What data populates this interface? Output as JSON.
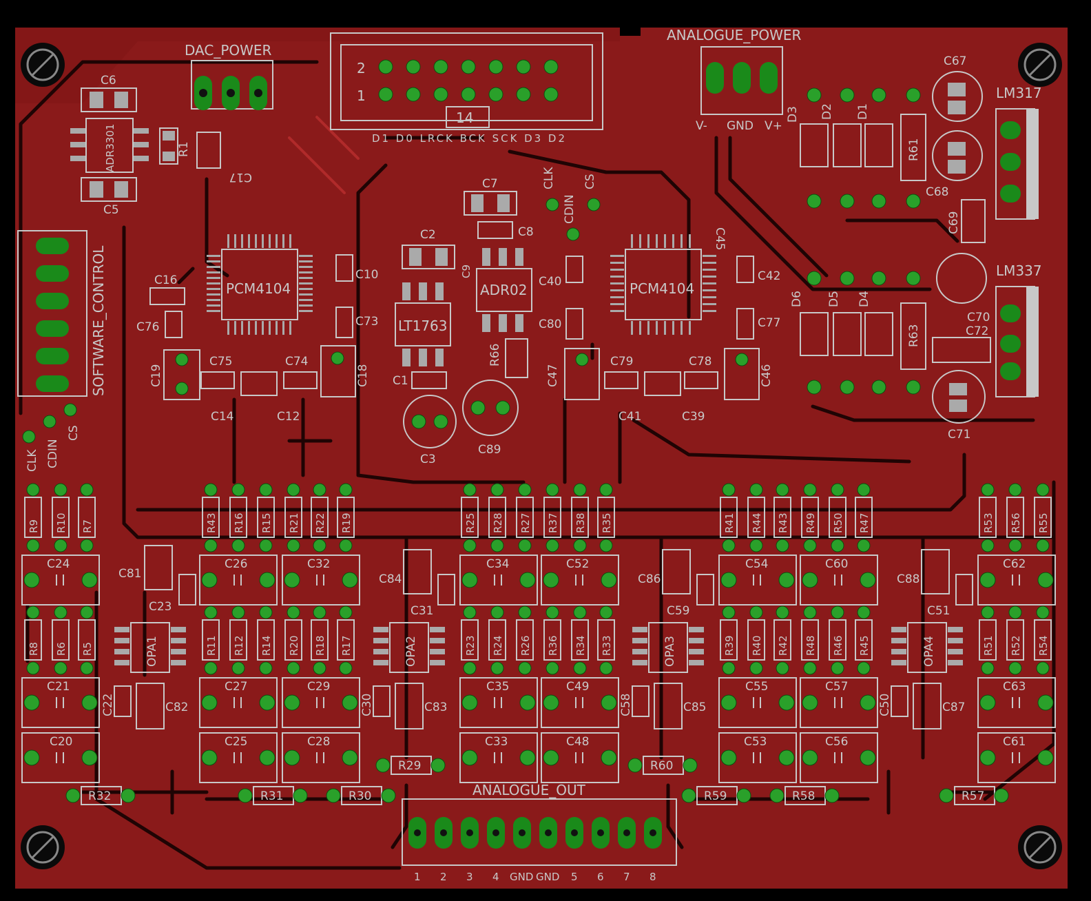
{
  "colors": {
    "background": "#000000",
    "copper": "#8a1a1a",
    "copper_dark": "#6e1212",
    "silkscreen": "#c8c8c8",
    "pad": "#1a8a1a"
  },
  "headers": {
    "dac_power": "DAC_POWER",
    "analogue_power": "ANALOGUE_POWER",
    "software_control": "SOFTWARE_CONTROL",
    "analogue_out": "ANALOGUE_OUT",
    "lm317": "LM317",
    "lm337": "LM337"
  },
  "idc_connector": {
    "row2": "2",
    "row1": "1",
    "count": "14",
    "signals": "D1 D0 LRCK BCK SCK D3 D2"
  },
  "power_pins": [
    "V-",
    "GND",
    "V+"
  ],
  "out_pins": [
    "1",
    "2",
    "3",
    "4",
    "GND",
    "GND",
    "5",
    "6",
    "7",
    "8"
  ],
  "ctrl_pins": [
    "CLK",
    "CDIN",
    "CS"
  ],
  "ics": {
    "adr3": "ADR3301",
    "pcm_left": "PCM4104",
    "pcm_right": "PCM4104",
    "lt": "LT1763",
    "adr02": "ADR02",
    "opa1": "OPA1",
    "opa2": "OPA2",
    "opa3": "OPA3",
    "opa4": "OPA4"
  },
  "labels": [
    {
      "id": "c6",
      "text": "C6"
    },
    {
      "id": "c5",
      "text": "C5"
    },
    {
      "id": "r1",
      "text": "R1"
    },
    {
      "id": "c16",
      "text": "C16"
    },
    {
      "id": "c76",
      "text": "C76"
    },
    {
      "id": "c19",
      "text": "C19"
    },
    {
      "id": "c75",
      "text": "C75"
    },
    {
      "id": "c74",
      "text": "C74"
    },
    {
      "id": "c18",
      "text": "C18"
    },
    {
      "id": "c14",
      "text": "C14"
    },
    {
      "id": "c12",
      "text": "C12"
    },
    {
      "id": "c10",
      "text": "C10"
    },
    {
      "id": "c73",
      "text": "C73"
    },
    {
      "id": "c17",
      "text": "C17"
    },
    {
      "id": "c2",
      "text": "C2"
    },
    {
      "id": "c7",
      "text": "C7"
    },
    {
      "id": "c8",
      "text": "C8"
    },
    {
      "id": "c9",
      "text": "C9"
    },
    {
      "id": "c1",
      "text": "C1"
    },
    {
      "id": "c3",
      "text": "C3"
    },
    {
      "id": "c89",
      "text": "C89"
    },
    {
      "id": "r66",
      "text": "R66"
    },
    {
      "id": "c40",
      "text": "C40"
    },
    {
      "id": "c80",
      "text": "C80"
    },
    {
      "id": "c47",
      "text": "C47"
    },
    {
      "id": "c79",
      "text": "C79"
    },
    {
      "id": "c78",
      "text": "C78"
    },
    {
      "id": "c46",
      "text": "C46"
    },
    {
      "id": "c41",
      "text": "C41"
    },
    {
      "id": "c39",
      "text": "C39"
    },
    {
      "id": "c42",
      "text": "C42"
    },
    {
      "id": "c77",
      "text": "C77"
    },
    {
      "id": "c45",
      "text": "C45"
    },
    {
      "id": "c67",
      "text": "C67"
    },
    {
      "id": "c68",
      "text": "C68"
    },
    {
      "id": "c69",
      "text": "C69"
    },
    {
      "id": "c70",
      "text": "C70"
    },
    {
      "id": "c72",
      "text": "C72"
    },
    {
      "id": "c71",
      "text": "C71"
    },
    {
      "id": "d1",
      "text": "D1"
    },
    {
      "id": "d2",
      "text": "D2"
    },
    {
      "id": "d3",
      "text": "D3"
    },
    {
      "id": "d4",
      "text": "D4"
    },
    {
      "id": "d5",
      "text": "D5"
    },
    {
      "id": "d6",
      "text": "D6"
    },
    {
      "id": "r61",
      "text": "R61"
    },
    {
      "id": "r63",
      "text": "R63"
    },
    {
      "id": "c24",
      "text": "C24"
    },
    {
      "id": "c26",
      "text": "C26"
    },
    {
      "id": "c32",
      "text": "C32"
    },
    {
      "id": "c34",
      "text": "C34"
    },
    {
      "id": "c52",
      "text": "C52"
    },
    {
      "id": "c54",
      "text": "C54"
    },
    {
      "id": "c60",
      "text": "C60"
    },
    {
      "id": "c62",
      "text": "C62"
    },
    {
      "id": "c81",
      "text": "C81"
    },
    {
      "id": "c84",
      "text": "C84"
    },
    {
      "id": "c86",
      "text": "C86"
    },
    {
      "id": "c88",
      "text": "C88"
    },
    {
      "id": "c23",
      "text": "C23"
    },
    {
      "id": "c31",
      "text": "C31"
    },
    {
      "id": "c59",
      "text": "C59"
    },
    {
      "id": "c51",
      "text": "C51"
    },
    {
      "id": "c21",
      "text": "C21"
    },
    {
      "id": "c27",
      "text": "C27"
    },
    {
      "id": "c29",
      "text": "C29"
    },
    {
      "id": "c35",
      "text": "C35"
    },
    {
      "id": "c49",
      "text": "C49"
    },
    {
      "id": "c55",
      "text": "C55"
    },
    {
      "id": "c57",
      "text": "C57"
    },
    {
      "id": "c63",
      "text": "C63"
    },
    {
      "id": "c82",
      "text": "C82"
    },
    {
      "id": "c83",
      "text": "C83"
    },
    {
      "id": "c85",
      "text": "C85"
    },
    {
      "id": "c87",
      "text": "C87"
    },
    {
      "id": "c22",
      "text": "C22"
    },
    {
      "id": "c30",
      "text": "C30"
    },
    {
      "id": "c58",
      "text": "C58"
    },
    {
      "id": "c50",
      "text": "C50"
    },
    {
      "id": "c20",
      "text": "C20"
    },
    {
      "id": "c25",
      "text": "C25"
    },
    {
      "id": "c28",
      "text": "C28"
    },
    {
      "id": "c33",
      "text": "C33"
    },
    {
      "id": "c48",
      "text": "C48"
    },
    {
      "id": "c53",
      "text": "C53"
    },
    {
      "id": "c56",
      "text": "C56"
    },
    {
      "id": "c61",
      "text": "C61"
    },
    {
      "id": "r29",
      "text": "R29"
    },
    {
      "id": "r60",
      "text": "R60"
    },
    {
      "id": "r32",
      "text": "R32"
    },
    {
      "id": "r31",
      "text": "R31"
    },
    {
      "id": "r30",
      "text": "R30"
    },
    {
      "id": "r59",
      "text": "R59"
    },
    {
      "id": "r58",
      "text": "R58"
    },
    {
      "id": "r57",
      "text": "R57"
    }
  ],
  "resistors_top": [
    "R9",
    "R10",
    "R7",
    "R43",
    "R16",
    "R15",
    "R21",
    "R22",
    "R19",
    "R25",
    "R28",
    "R27",
    "R37",
    "R38",
    "R35",
    "R41",
    "R44",
    "R43",
    "R49",
    "R50",
    "R47",
    "R53",
    "R56",
    "R55"
  ],
  "resistors_mid": [
    "R8",
    "R6",
    "R5",
    "R11",
    "R12",
    "R14",
    "R20",
    "R18",
    "R17",
    "R23",
    "R24",
    "R26",
    "R36",
    "R34",
    "R33",
    "R39",
    "R40",
    "R42",
    "R48",
    "R46",
    "R45",
    "R51",
    "R52",
    "R54"
  ]
}
